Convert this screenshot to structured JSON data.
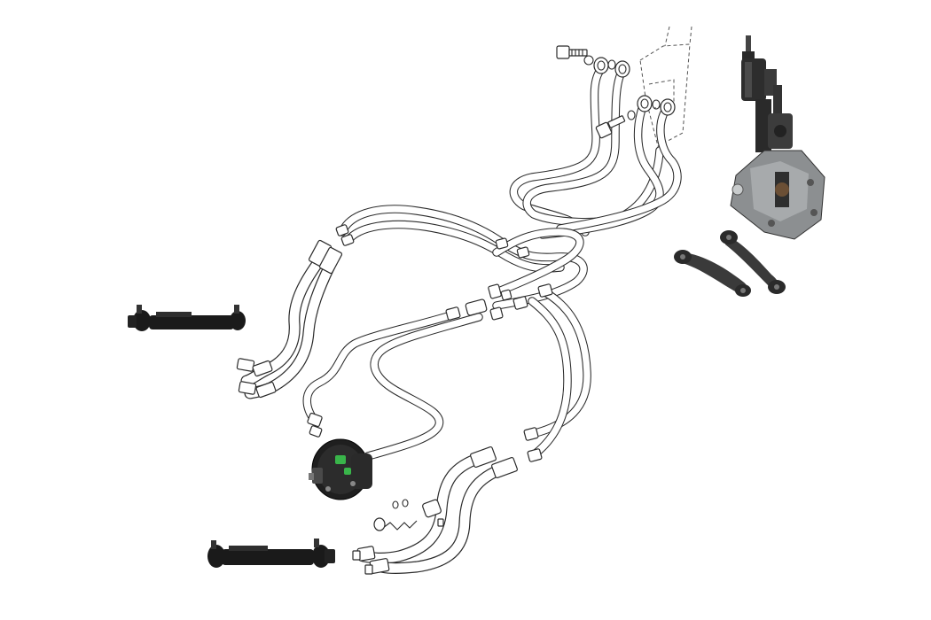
{
  "diagram": {
    "colors": {
      "background": "#ffffff",
      "line": "#2b2b2b",
      "part_dark": "#1c1c1c",
      "casting": "#8c8f91",
      "pump_accent": "#39b54a"
    },
    "parts": [
      {
        "name": "steering-column-gearbox",
        "icon": "steering-gearbox-photo"
      },
      {
        "name": "pitman-arm",
        "icon": "pitman-arm-photo"
      },
      {
        "name": "drag-link-arm",
        "icon": "steering-arm-photo"
      },
      {
        "name": "power-steering-pump",
        "icon": "pump-photo"
      },
      {
        "name": "upper-hydraulic-cylinder",
        "icon": "cylinder-photo"
      },
      {
        "name": "lower-hydraulic-cylinder",
        "icon": "cylinder-photo"
      },
      {
        "name": "hydraulic-tube-set",
        "icon": "tube-line-art"
      },
      {
        "name": "hoses",
        "icon": "hose-line-art"
      },
      {
        "name": "banjo-bolts-washers",
        "icon": "bolt-line-art"
      }
    ]
  }
}
